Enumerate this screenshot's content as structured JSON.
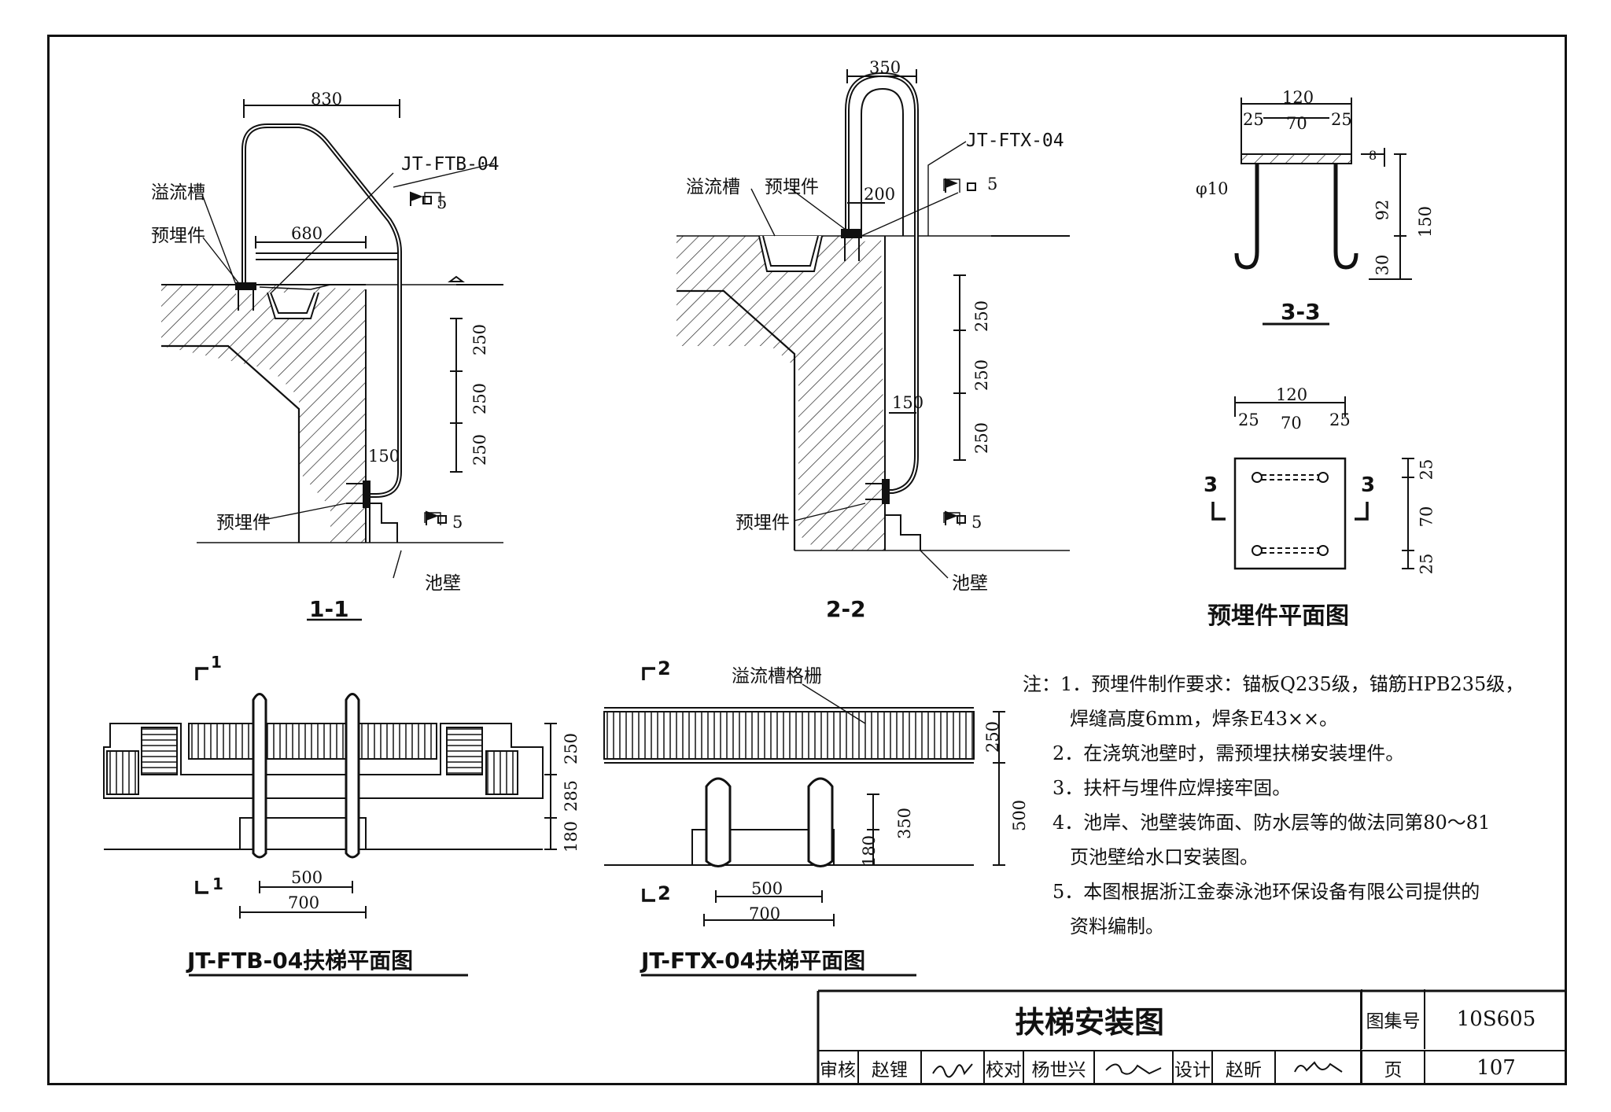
{
  "views": {
    "section_1_1": {
      "title": "1-1",
      "labels": {
        "overflow_trough": "溢流槽",
        "embedded_part_top": "预埋件",
        "embedded_part_bottom": "预埋件",
        "model": "JT-FTB-04",
        "pool_wall": "池壁",
        "weld_top": "5",
        "weld_bottom": "5"
      },
      "dims": {
        "width": "830",
        "inner": "680",
        "step1": "250",
        "step2": "250",
        "step3": "250",
        "offset": "150"
      }
    },
    "section_2_2": {
      "title": "2-2",
      "labels": {
        "overflow_trough": "溢流槽",
        "embedded_part_top": "预埋件",
        "embedded_part_bottom": "预埋件",
        "model": "JT-FTX-04",
        "pool_wall": "池壁",
        "weld_top": "5",
        "weld_bottom": "5"
      },
      "dims": {
        "width": "350",
        "inner": "200",
        "step1": "250",
        "step2": "250",
        "step3": "250",
        "offset": "150"
      }
    },
    "section_3_3": {
      "title": "3-3",
      "dims": {
        "total": "120",
        "left": "25",
        "mid": "70",
        "right": "25",
        "thick": "8",
        "leg": "92",
        "hook": "30",
        "height": "150"
      },
      "bar": "φ10"
    },
    "embedded_plan": {
      "title": "预埋件平面图",
      "dims": {
        "total": "120",
        "left": "25",
        "mid": "70",
        "right": "25",
        "v_top": "25",
        "v_mid": "70",
        "v_bot": "25"
      },
      "cut_mark": "3"
    },
    "plan_ftb": {
      "title": "JT-FTB-04扶梯平面图",
      "cut_mark": "1",
      "dims": {
        "d250": "250",
        "d285": "285",
        "d180": "180",
        "w500": "500",
        "w700": "700"
      }
    },
    "plan_ftx": {
      "title": "JT-FTX-04扶梯平面图",
      "cut_mark": "2",
      "grating_label": "溢流槽格栅",
      "dims": {
        "d250": "250",
        "d500": "500",
        "d350": "350",
        "d180": "180",
        "w500": "500",
        "w700": "700"
      }
    }
  },
  "notes": {
    "prefix": "注：",
    "items": [
      "1．预埋件制作要求：锚板Q235级，锚筋HPB235级，",
      "焊缝高度6mm，焊条E43××。",
      "2．在浇筑池壁时，需预埋扶梯安装埋件。",
      "3．扶杆与埋件应焊接牢固。",
      "4．池岸、池壁装饰面、防水层等的做法同第80～81",
      "页池壁给水口安装图。",
      "5．本图根据浙江金泰泳池环保设备有限公司提供的",
      "资料编制。"
    ]
  },
  "title_block": {
    "drawing_title": "扶梯安装图",
    "atlas_label": "图集号",
    "atlas_no": "10S605",
    "review_label": "审核",
    "reviewer": "赵锂",
    "check_label": "校对",
    "checker": "杨世兴",
    "design_label": "设计",
    "designer": "赵昕",
    "page_label": "页",
    "page_no": "107"
  }
}
